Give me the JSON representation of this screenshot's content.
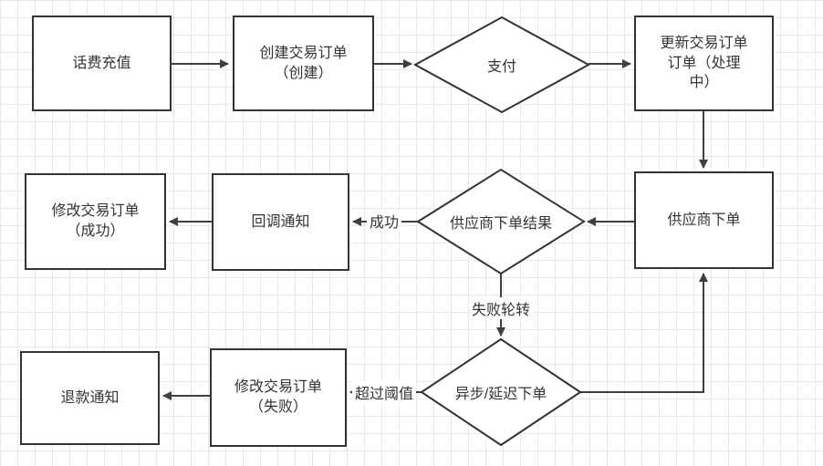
{
  "canvas": {
    "background_color": "#ffffff",
    "grid_color": "#e7e9eb",
    "shape_border_color": "#333333",
    "connector_color": "#3f3f3f",
    "text_color": "#333333"
  },
  "nodes": {
    "recharge": {
      "type": "rect",
      "label": "话费充值"
    },
    "create_order": {
      "type": "rect",
      "label": "创建交易订单\n（创建）"
    },
    "pay": {
      "type": "diamond",
      "label": "支付"
    },
    "update_order": {
      "type": "rect",
      "label": "更新交易订单\n订单（处理\n中）"
    },
    "supplier_order": {
      "type": "rect",
      "label": "供应商下单"
    },
    "supplier_result": {
      "type": "diamond",
      "label": "供应商下单结果"
    },
    "callback": {
      "type": "rect",
      "label": "回调通知"
    },
    "modify_success": {
      "type": "rect",
      "label": "修改交易订单\n（成功）"
    },
    "async_delay": {
      "type": "diamond",
      "label": "异步/延迟下单"
    },
    "modify_fail": {
      "type": "rect",
      "label": "修改交易订单\n（失败）"
    },
    "refund": {
      "type": "rect",
      "label": "退款通知"
    }
  },
  "edges": [
    {
      "from": "recharge",
      "to": "create_order",
      "label": ""
    },
    {
      "from": "create_order",
      "to": "pay",
      "label": ""
    },
    {
      "from": "pay",
      "to": "update_order",
      "label": ""
    },
    {
      "from": "update_order",
      "to": "supplier_order",
      "label": ""
    },
    {
      "from": "supplier_order",
      "to": "supplier_result",
      "label": ""
    },
    {
      "from": "supplier_result",
      "to": "callback",
      "label": "成功"
    },
    {
      "from": "callback",
      "to": "modify_success",
      "label": ""
    },
    {
      "from": "supplier_result",
      "to": "async_delay",
      "label": "失败轮转"
    },
    {
      "from": "async_delay",
      "to": "supplier_order",
      "label": ""
    },
    {
      "from": "async_delay",
      "to": "modify_fail",
      "label": "超过阈值"
    },
    {
      "from": "modify_fail",
      "to": "refund",
      "label": ""
    }
  ]
}
